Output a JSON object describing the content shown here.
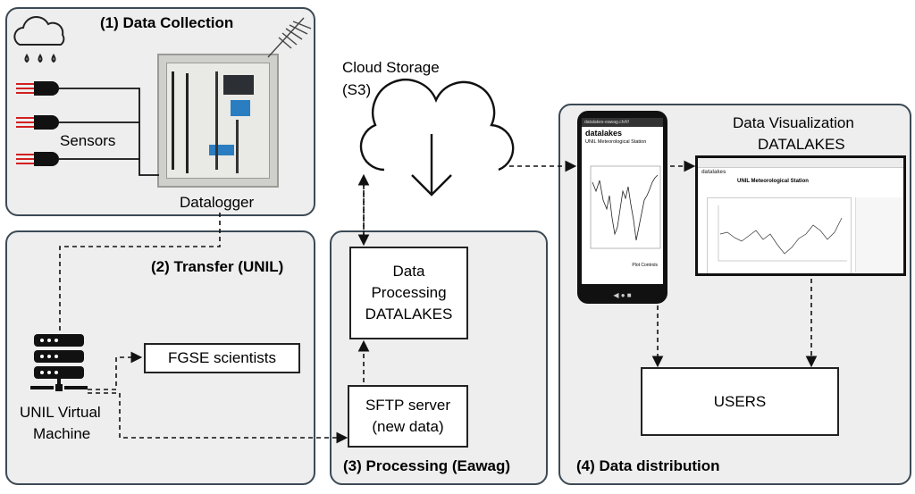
{
  "panels": {
    "collection": {
      "title": "(1)  Data Collection",
      "sensors": "Sensors",
      "datalogger": "Datalogger"
    },
    "transfer": {
      "title": "(2) Transfer (UNIL)",
      "vm_line1": "UNIL Virtual",
      "vm_line2": "Machine",
      "fgse": "FGSE scientists"
    },
    "processing": {
      "title": "(3) Processing (Eawag)",
      "dp_line1": "Data",
      "dp_line2": "Processing",
      "dp_line3": "DATALAKES",
      "sftp_line1": "SFTP server",
      "sftp_line2": "(new data)"
    },
    "distribution": {
      "title": "(4) Data distribution",
      "viz_line1": "Data Visualization",
      "viz_line2": "DATALAKES",
      "users": "USERS"
    }
  },
  "cloud": {
    "line1": "Cloud Storage",
    "line2": "(S3)"
  },
  "mock_app": {
    "brand": "datalakes",
    "station": "UNIL Meteorological Station",
    "url": "datalakes-eawag.ch/#/",
    "plot_controls": "Plot Controls"
  },
  "colors": {
    "panel_bg": "#eeeeee",
    "panel_border": "#3c4a55",
    "sensor_red": "#d21f1f"
  },
  "icons": [
    "rain-cloud-icon",
    "sensor-icon",
    "antenna-icon",
    "server-icon",
    "upload-cloud-icon"
  ]
}
